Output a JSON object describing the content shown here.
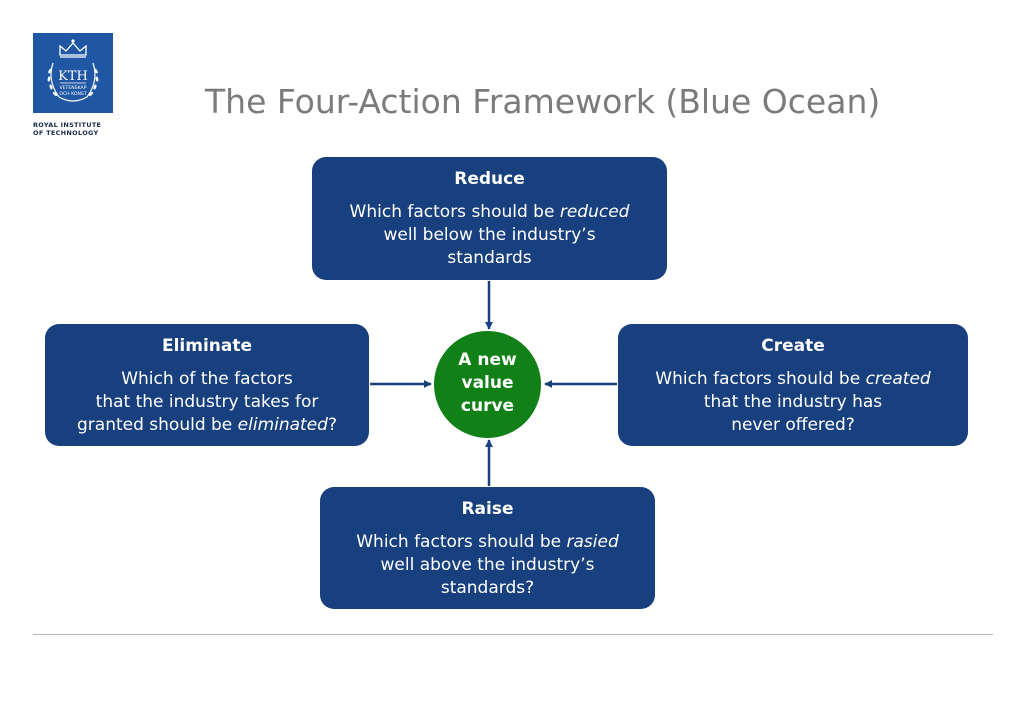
{
  "logo": {
    "letters": "KTH",
    "motto_line1": "VETENSKAP",
    "motto_line2": "OCH KONST",
    "caption_line1": "ROYAL INSTITUTE",
    "caption_line2": "OF TECHNOLOGY",
    "color": "#1f57a4"
  },
  "title": "The Four-Action Framework (Blue Ocean)",
  "colors": {
    "box": "#183f7e",
    "center": "#118016",
    "title": "#7b7b7b"
  },
  "center": {
    "line1": "A new",
    "line2": "value",
    "line3": "curve"
  },
  "boxes": {
    "reduce": {
      "heading": "Reduce",
      "line1_pre": "Which factors should be ",
      "line1_em": "reduced",
      "line2": "well below the industry’s",
      "line3": "standards"
    },
    "eliminate": {
      "heading": "Eliminate",
      "line1": "Which of the factors",
      "line2": "that the industry takes for",
      "line3_pre": "granted should be ",
      "line3_em": "eliminated",
      "line3_post": "?"
    },
    "create": {
      "heading": "Create",
      "line1_pre": "Which factors should be ",
      "line1_em": "created",
      "line2": "that the industry has",
      "line3": "never offered?"
    },
    "raise": {
      "heading": "Raise",
      "line1_pre": "Which factors should be ",
      "line1_em": "rasied",
      "line2": "well above the industry’s",
      "line3": "standards?"
    }
  }
}
